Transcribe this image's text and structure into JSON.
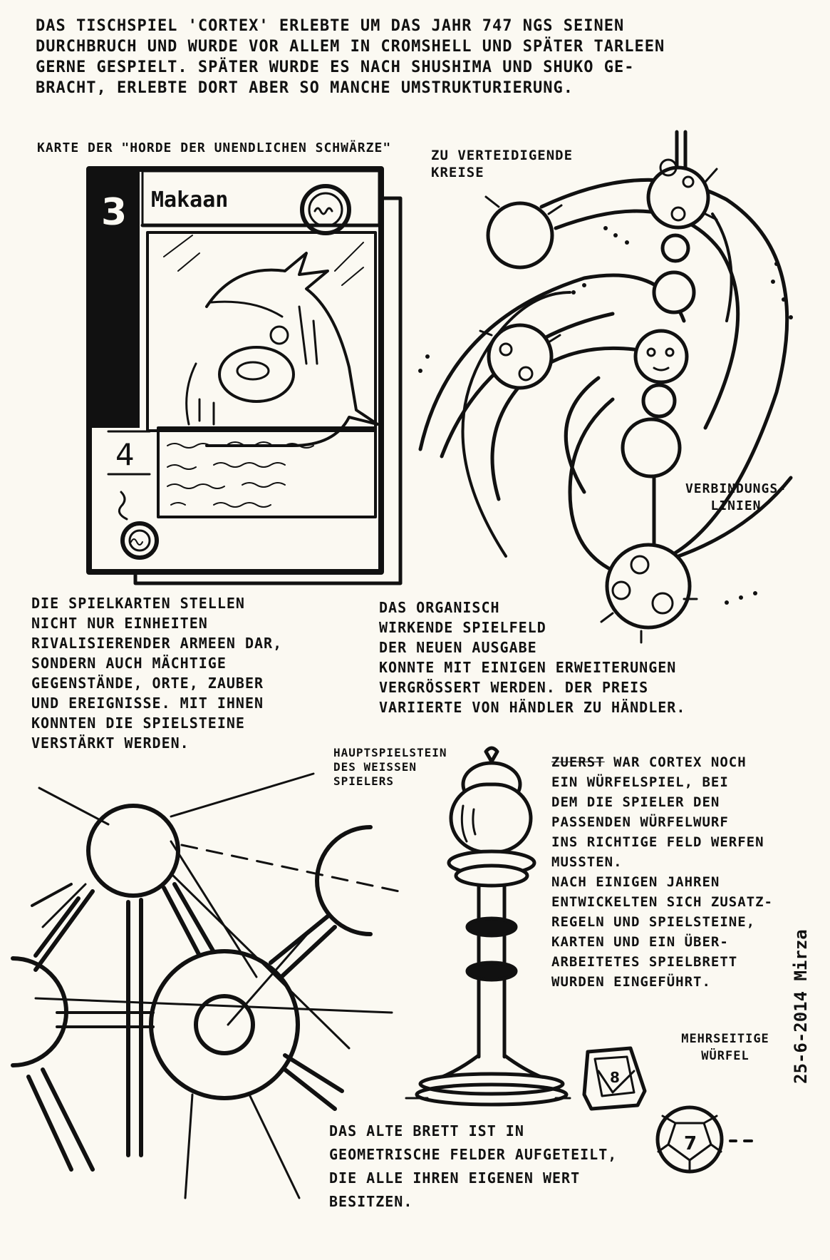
{
  "intro": {
    "text": "Das Tischspiel 'Cortex' erlebte um das Jahr 747 NGS seinen\nDurchbruch und wurde vor allem in Cromshell und später Tarleen\ngerne gespielt. Später wurde es nach Shushima und Shuko ge-\nbracht, erlebte dort aber so manche Umstrukturierung."
  },
  "card_caption": "Karte der \"Horde der unendlichen Schwärze\"",
  "card": {
    "cost": "3",
    "name": "Makaan",
    "strength": "4"
  },
  "board_new": {
    "label_circles": "zu verteidigende\nKreise",
    "label_lines": "Verbindungs-\nlinien"
  },
  "cards_text": "Die Spielkarten stellen\nnicht nur Einheiten\nrivalisierender Armeen dar,\nsondern auch mächtige\nGegenstände, Orte, Zauber\nund Ereignisse. Mit ihnen\nkonnten die Spielsteine\nverstärkt werden.",
  "board_text": "Das organisch\nwirkende Spielfeld\nder neuen Ausgabe\nkonnte mit einigen Erweiterungen\nvergrössert werden. Der Preis\nvariierte von Händler zu Händler.",
  "piece_label": "Hauptspielstein\ndes weissen\nSpielers",
  "history": {
    "struck_word": "Zuerst",
    "text_rest": " war Cortex noch\nein Würfelspiel, bei\ndem die Spieler den\npassenden Würfelwurf\nins richtige Feld werfen\nmussten.\nNach einigen Jahren\nentwickelten sich Zusatz-\nregeln und Spielsteine,\nKarten und ein über-\narbeitetes Spielbrett\nwurden eingeführt."
  },
  "dice_label": "Mehrseitige\nWürfel",
  "dice": {
    "d8_face": "8",
    "d12_face": "7"
  },
  "old_board_text": "Das alte Brett ist in\ngeometrische Felder aufgeteilt,\ndie alle ihren eigenen Wert\nbesitzen.",
  "signature": "25-6-2014  Mirza"
}
